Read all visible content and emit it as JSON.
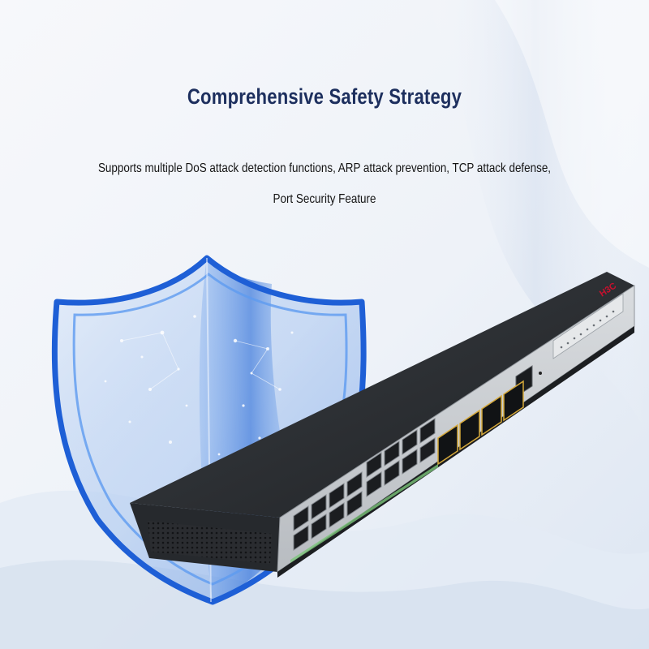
{
  "headline": "Comprehensive Safety Strategy",
  "description": {
    "line1": "Supports multiple DoS attack detection functions, ARP attack prevention, TCP attack defense,",
    "line2": "Port Security Feature"
  },
  "switch": {
    "brand": "H3C",
    "rj45_ports": 16,
    "sfp_ports": 4,
    "console_ports": 1
  },
  "colors": {
    "headline": "#1d2f5e",
    "text": "#141414",
    "shield_blue": "#1e5fd6",
    "switch_body": "#2a2d31",
    "panel": "#c9ccd0",
    "brand": "#c8102e"
  }
}
